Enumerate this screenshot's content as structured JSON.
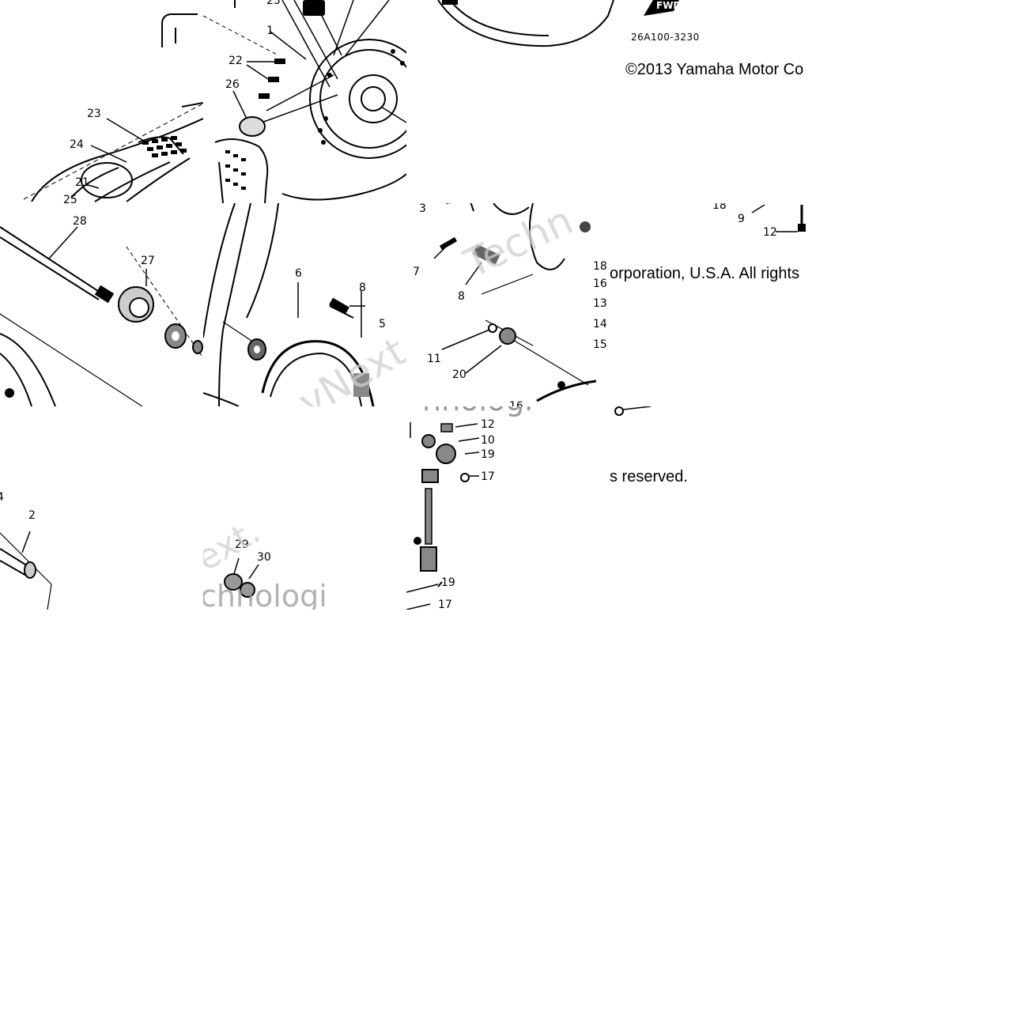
{
  "diagram": {
    "catalog_code": "26A100-3230",
    "copyright_line_1": "©2013 Yamaha Motor Co",
    "copyright_line_2": "orporation, U.S.A. All rights",
    "copyright_line_3": "s reserved.",
    "fwd_label": "FWD",
    "watermarks": [
      "Techn",
      "vNext. Te",
      "ext.",
      "chnologi",
      "hnologi"
    ],
    "callouts": {
      "t1": [
        "23",
        "1",
        "22",
        "26",
        "23",
        "24",
        "21",
        "25"
      ],
      "t5": [
        "28",
        "27"
      ],
      "t6": [
        "6",
        "8",
        "5"
      ],
      "t7": [
        "3",
        "7",
        "8",
        "18",
        "16",
        "13",
        "14",
        "15",
        "11",
        "20",
        "16"
      ],
      "t8": [
        "18",
        "9",
        "12"
      ],
      "t9": [
        "4",
        "2"
      ],
      "t10": [
        "29",
        "30"
      ],
      "t11": [
        "12",
        "10",
        "19",
        "17",
        "19",
        "17"
      ]
    }
  }
}
